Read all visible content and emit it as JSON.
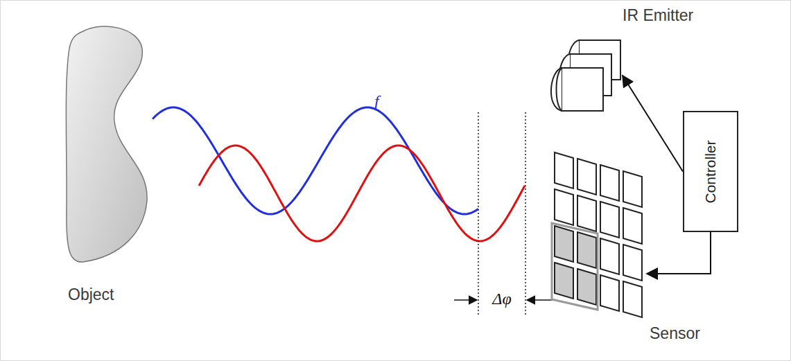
{
  "diagram": {
    "nodes": [
      {
        "text": [
          "Object"
        ]
      },
      {
        "text": [
          "IR Emitter"
        ]
      },
      {
        "text": [
          "Controller"
        ]
      },
      {
        "text": [
          "Sensor"
        ]
      }
    ],
    "edges": [
      {
        "from": 2,
        "to": 1,
        "arrow": "to"
      },
      {
        "from": 2,
        "to": 3,
        "arrow": "to"
      }
    ],
    "labels": [
      "f",
      "Δφ"
    ]
  }
}
